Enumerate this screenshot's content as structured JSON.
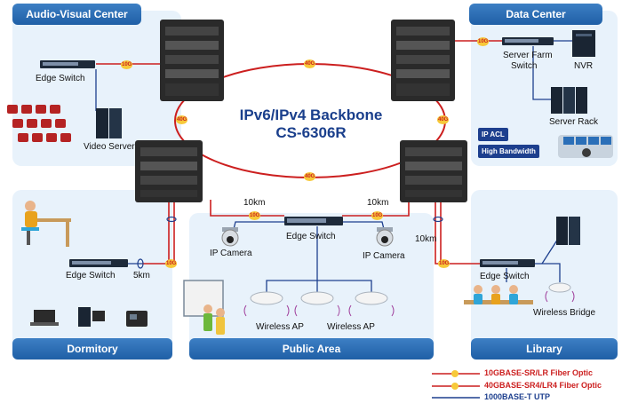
{
  "zones": {
    "audio_visual": "Audio-Visual Center",
    "data_center": "Data Center",
    "dormitory": "Dormitory",
    "public_area": "Public Area",
    "library": "Library"
  },
  "backbone": {
    "line1": "IPv6/IPv4 Backbone",
    "line2": "CS-6306R",
    "ring_tag": "40G"
  },
  "fiber_tag": "10G",
  "labels": {
    "edge_switch": "Edge Switch",
    "video_server": "Video Server",
    "server_farm_switch_1": "Server Farm",
    "server_farm_switch_2": "Switch",
    "nvr": "NVR",
    "server_rack": "Server Rack",
    "ip_camera": "IP Camera",
    "wireless_ap": "Wireless AP",
    "wireless_bridge": "Wireless Bridge",
    "dist_10km": "10km",
    "dist_5km": "5km"
  },
  "badges": {
    "ip_acl": "IP ACL",
    "high_bandwidth": "High Bandwidth"
  },
  "legend": [
    {
      "text": "10GBASE-SR/LR Fiber Optic",
      "color": "#cc1f1f"
    },
    {
      "text": "40GBASE-SR4/LR4 Fiber Optic",
      "color": "#cc1f1f"
    },
    {
      "text": "1000BASE-T UTP",
      "color": "#1d3f8e"
    }
  ]
}
